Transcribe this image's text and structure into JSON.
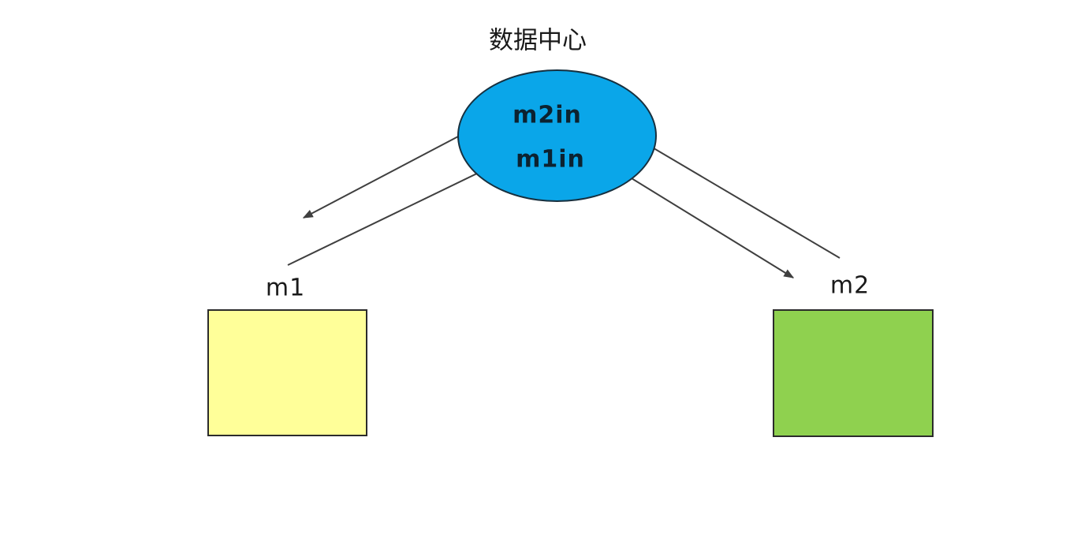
{
  "diagram": {
    "title": "数据中心",
    "hub": {
      "shape": "ellipse",
      "label_top": "m2in",
      "label_bottom": "m1in"
    },
    "nodes": [
      {
        "id": "m1",
        "label": "m1",
        "shape": "rectangle",
        "fill": "#ffff99"
      },
      {
        "id": "m2",
        "label": "m2",
        "shape": "rectangle",
        "fill": "#8fd14f"
      }
    ],
    "edges": [
      {
        "from": "hub.m2in",
        "to": "m1",
        "arrow_at": "m1"
      },
      {
        "from": "m1",
        "to": "hub.m1in",
        "arrow_at": "hub.m1in"
      },
      {
        "from": "m2",
        "to": "hub.m2in",
        "arrow_at": "hub.m2in"
      },
      {
        "from": "hub.m1in",
        "to": "m2",
        "arrow_at": "m2"
      }
    ],
    "colors": {
      "background": "#ffffff",
      "hub-fill": "#0aa6e9",
      "hub-stroke": "#17303f",
      "hub-text": "#0c2230",
      "m1-fill": "#ffff99",
      "m2-fill": "#8fd14f",
      "box-stroke": "#2b2b2b",
      "line-color": "#3f3f3f",
      "text-dark": "#1a1a1a"
    }
  }
}
